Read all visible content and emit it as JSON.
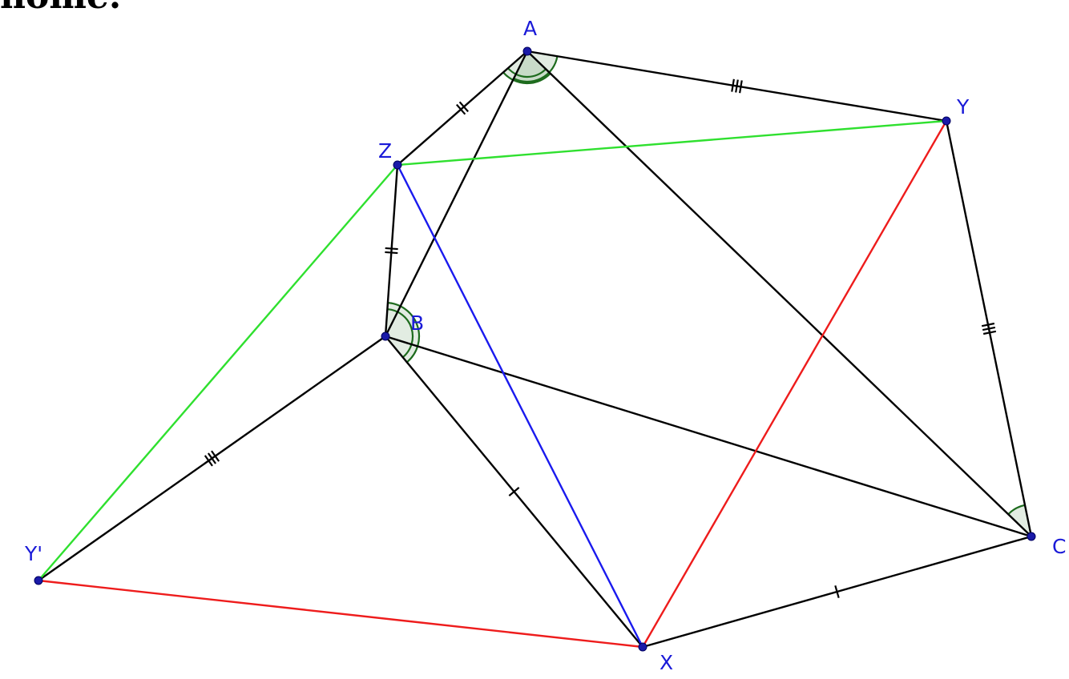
{
  "heading_fragment": "home.",
  "points": {
    "A": "A",
    "B": "B",
    "C": "C",
    "X": "X",
    "Y": "Y",
    "Yp": "Y'",
    "Z": "Z"
  },
  "colors": {
    "edge": "#000000",
    "red": "#ee1c1c",
    "green": "#2fe02f",
    "blue": "#1a1aee",
    "point": "#1a1aa8",
    "label": "#1a1ad8",
    "angle_mark": "#1d6b1d"
  },
  "segments": [
    {
      "id": "A-Y",
      "from": "A",
      "to": "Y",
      "color": "edge",
      "ticks": 3
    },
    {
      "id": "A-Z",
      "from": "A",
      "to": "Z",
      "color": "edge",
      "ticks": 2
    },
    {
      "id": "Z-B",
      "from": "Z",
      "to": "B",
      "color": "edge",
      "ticks": 2
    },
    {
      "id": "A-B",
      "from": "A",
      "to": "B",
      "color": "edge",
      "ticks": 0
    },
    {
      "id": "A-C",
      "from": "A",
      "to": "C",
      "color": "edge",
      "ticks": 0
    },
    {
      "id": "Y-C",
      "from": "Y",
      "to": "C",
      "color": "edge",
      "ticks": 3
    },
    {
      "id": "B-C",
      "from": "B",
      "to": "C",
      "color": "edge",
      "ticks": 0
    },
    {
      "id": "B-X",
      "from": "B",
      "to": "X",
      "color": "edge",
      "ticks": 1
    },
    {
      "id": "X-C",
      "from": "X",
      "to": "C",
      "color": "edge",
      "ticks": 1
    },
    {
      "id": "B-Yp",
      "from": "B",
      "to": "Yp",
      "color": "edge",
      "ticks": 3
    },
    {
      "id": "Z-Y",
      "from": "Z",
      "to": "Y",
      "color": "green",
      "ticks": 0
    },
    {
      "id": "Z-Yp",
      "from": "Z",
      "to": "Yp",
      "color": "green",
      "ticks": 0
    },
    {
      "id": "Y-X",
      "from": "Y",
      "to": "X",
      "color": "red",
      "ticks": 0
    },
    {
      "id": "Yp-X",
      "from": "Yp",
      "to": "X",
      "color": "red",
      "ticks": 0
    },
    {
      "id": "Z-X",
      "from": "Z",
      "to": "X",
      "color": "blue",
      "ticks": 0
    }
  ],
  "angle_marks": [
    {
      "id": "angle-A",
      "vertex": "A",
      "between": [
        "Z",
        "C"
      ],
      "arcs": 2
    },
    {
      "id": "angle-A-Y",
      "vertex": "A",
      "between": [
        "B",
        "Y"
      ],
      "arcs": 1
    },
    {
      "id": "angle-B",
      "vertex": "B",
      "between": [
        "X",
        "Z"
      ],
      "arcs": 2
    },
    {
      "id": "angle-C",
      "vertex": "C",
      "between": [
        "Y",
        "A"
      ],
      "arcs": 1
    }
  ]
}
